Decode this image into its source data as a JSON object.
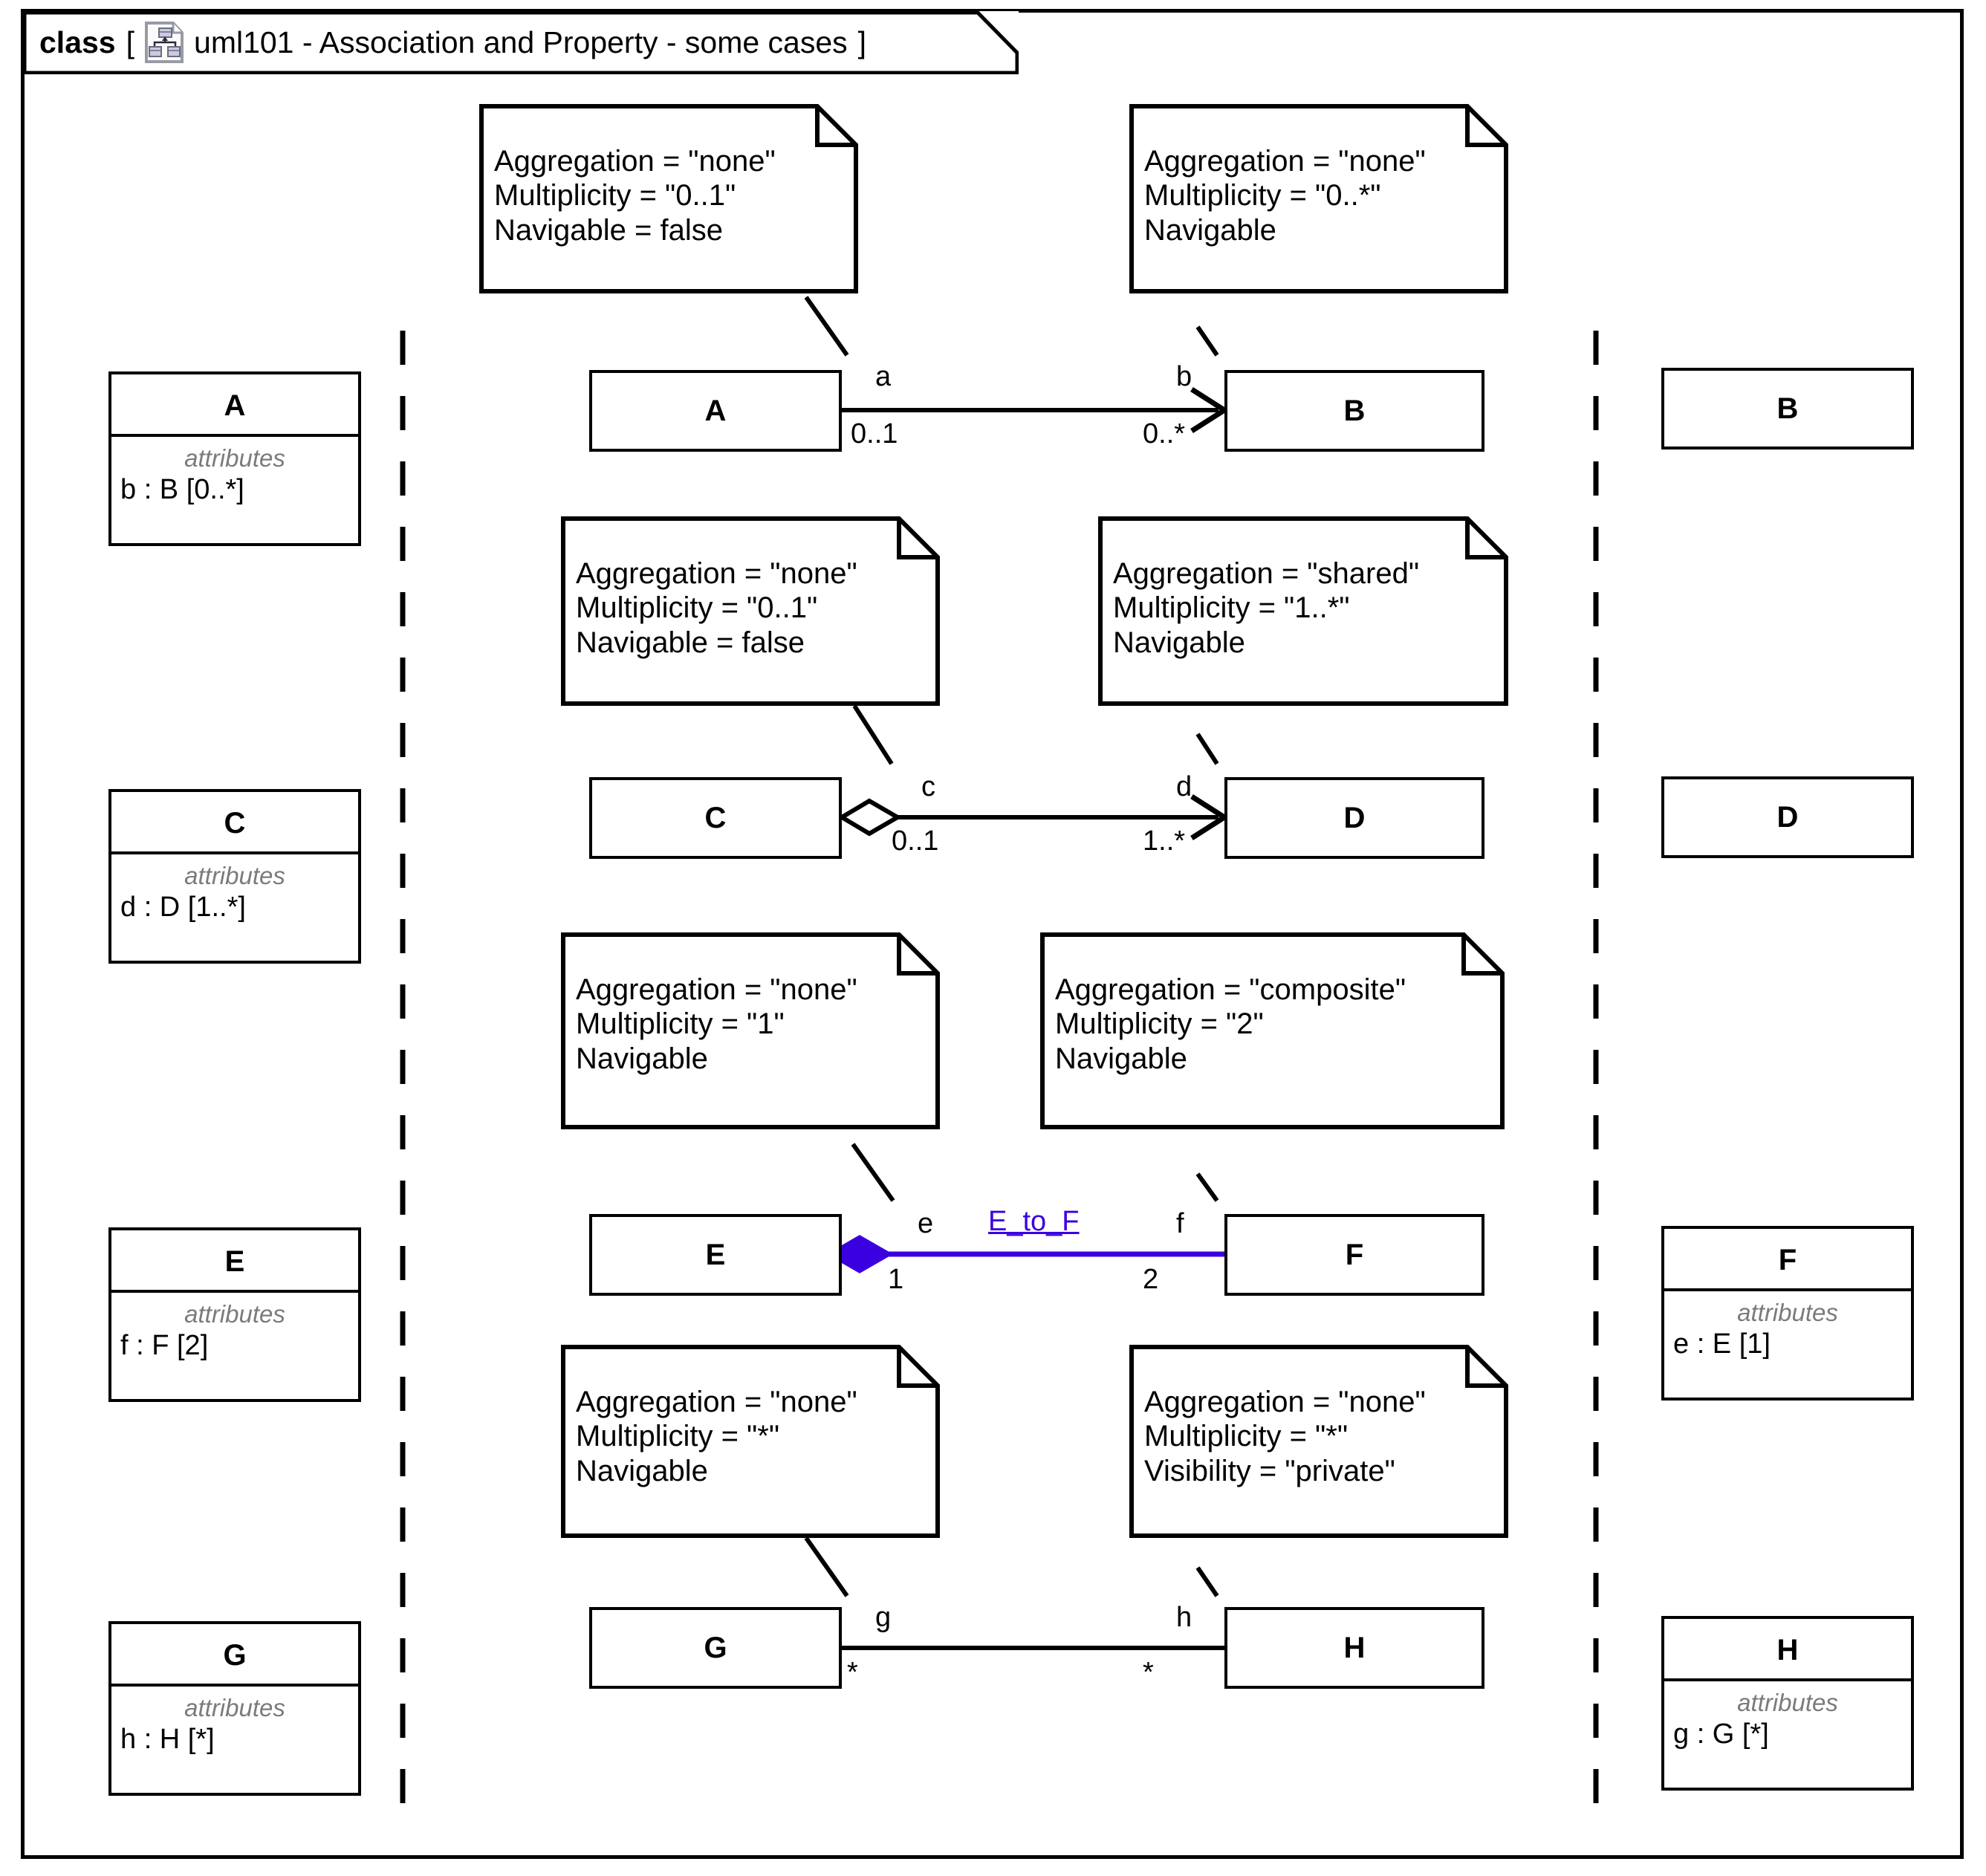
{
  "frame": {
    "kind_label": "class",
    "open_bracket": "[",
    "close_bracket": "]",
    "title": "uml101 - Association and Property - some cases",
    "icon": "class-diagram-icon"
  },
  "left_column": {
    "classes": [
      {
        "name": "A",
        "attr_caption": "attributes",
        "attributes": [
          "b : B [0..*]"
        ]
      },
      {
        "name": "C",
        "attr_caption": "attributes",
        "attributes": [
          "d : D [1..*]"
        ]
      },
      {
        "name": "E",
        "attr_caption": "attributes",
        "attributes": [
          "f : F [2]"
        ]
      },
      {
        "name": "G",
        "attr_caption": "attributes",
        "attributes": [
          "h : H [*]"
        ]
      }
    ]
  },
  "right_column": {
    "classes": [
      {
        "name": "B",
        "attr_caption": "",
        "attributes": []
      },
      {
        "name": "D",
        "attr_caption": "",
        "attributes": []
      },
      {
        "name": "F",
        "attr_caption": "attributes",
        "attributes": [
          "e : E [1]"
        ]
      },
      {
        "name": "H",
        "attr_caption": "attributes",
        "attributes": [
          "g : G [*]"
        ]
      }
    ]
  },
  "center": {
    "rows": [
      {
        "source": {
          "name": "A",
          "role": "a",
          "multiplicity": "0..1",
          "end_decoration": "none"
        },
        "target": {
          "name": "B",
          "role": "b",
          "multiplicity": "0..*",
          "end_decoration": "open-arrow"
        },
        "association_name": "",
        "line_color": "#000000",
        "source_note": {
          "l1": "Aggregation = \"none\"",
          "l2": "Multiplicity = \"0..1\"",
          "l3": "Navigable = false"
        },
        "target_note": {
          "l1": "Aggregation = \"none\"",
          "l2": "Multiplicity = \"0..*\"",
          "l3": "Navigable"
        }
      },
      {
        "source": {
          "name": "C",
          "role": "c",
          "multiplicity": "0..1",
          "end_decoration": "hollow-diamond"
        },
        "target": {
          "name": "D",
          "role": "d",
          "multiplicity": "1..*",
          "end_decoration": "open-arrow"
        },
        "association_name": "",
        "line_color": "#000000",
        "source_note": {
          "l1": "Aggregation = \"none\"",
          "l2": "Multiplicity = \"0..1\"",
          "l3": "Navigable = false"
        },
        "target_note": {
          "l1": "Aggregation = \"shared\"",
          "l2": "Multiplicity = \"1..*\"",
          "l3": "Navigable"
        }
      },
      {
        "source": {
          "name": "E",
          "role": "e",
          "multiplicity": "1",
          "end_decoration": "filled-diamond"
        },
        "target": {
          "name": "F",
          "role": "f",
          "multiplicity": "2",
          "end_decoration": "none"
        },
        "association_name": "E_to_F",
        "line_color": "#3b00e0",
        "source_note": {
          "l1": "Aggregation = \"none\"",
          "l2": "Multiplicity = \"1\"",
          "l3": "Navigable"
        },
        "target_note": {
          "l1": "Aggregation = \"composite\"",
          "l2": "Multiplicity = \"2\"",
          "l3": "Navigable"
        }
      },
      {
        "source": {
          "name": "G",
          "role": "g",
          "multiplicity": "*",
          "end_decoration": "none"
        },
        "target": {
          "name": "H",
          "role": "h",
          "multiplicity": "*",
          "end_decoration": "none"
        },
        "association_name": "",
        "line_color": "#000000",
        "source_note": {
          "l1": "Aggregation = \"none\"",
          "l2": "Multiplicity = \"*\"",
          "l3": "Navigable"
        },
        "target_note": {
          "l1": "Aggregation = \"none\"",
          "l2": "Multiplicity = \"*\"",
          "l3": "Visibility = \"private\""
        }
      }
    ]
  },
  "colors": {
    "line": "#000000",
    "accent_blue": "#3b00e0",
    "attr_caption": "#7b7b7b",
    "background": "#ffffff"
  }
}
